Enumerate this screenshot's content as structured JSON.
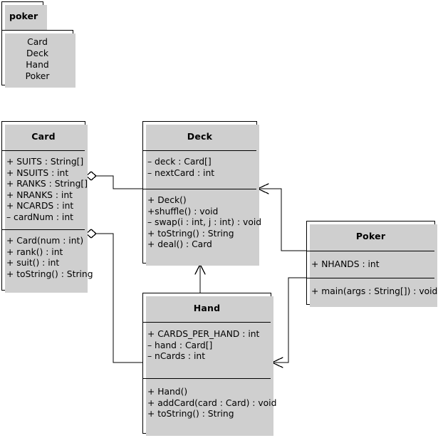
{
  "diagram": {
    "kind": "uml-class-diagram",
    "background_color": "#ffffff",
    "line_color": "#000000",
    "shadow_color": "#cfcfcf"
  },
  "package": {
    "name": "poker",
    "contents": [
      "Card",
      "Deck",
      "Hand",
      "Poker"
    ]
  },
  "classes": [
    {
      "name": "Card",
      "attributes": [
        "+ SUITS : String[]",
        "+ NSUITS : int",
        "+ RANKS : String[]",
        "+ NRANKS : int",
        "+ NCARDS : int",
        "– cardNum : int"
      ],
      "operations": [
        "+ Card(num : int)",
        "+ rank() : int",
        "+ suit() : int",
        "+ toString() : String"
      ]
    },
    {
      "name": "Deck",
      "attributes": [
        "– deck : Card[]",
        "– nextCard : int"
      ],
      "operations": [
        "+ Deck()",
        "+shuffle() : void",
        "– swap(i : int, j : int) : void",
        "+ toString() : String",
        "+ deal() : Card"
      ]
    },
    {
      "name": "Hand",
      "attributes": [
        "+ CARDS_PER_HAND : int",
        "– hand : Card[]",
        "– nCards : int"
      ],
      "operations": [
        "+ Hand()",
        "+ addCard(card : Card) : void",
        "+ toString() : String"
      ]
    },
    {
      "name": "Poker",
      "attributes": [
        "+ NHANDS : int"
      ],
      "operations": [
        "+ main(args : String[]) : void"
      ]
    }
  ],
  "relationships": [
    {
      "from": "Card",
      "to": "Deck",
      "type": "aggregation",
      "marker": "hollow-diamond-at-source"
    },
    {
      "from": "Card",
      "to": "Hand",
      "type": "aggregation",
      "marker": "hollow-diamond-at-source"
    },
    {
      "from": "Hand",
      "to": "Deck",
      "type": "association",
      "marker": "open-arrow-at-target"
    },
    {
      "from": "Poker",
      "to": "Deck",
      "type": "association",
      "marker": "open-arrow-at-target"
    },
    {
      "from": "Poker",
      "to": "Hand",
      "type": "association",
      "marker": "open-arrow-at-target"
    }
  ]
}
